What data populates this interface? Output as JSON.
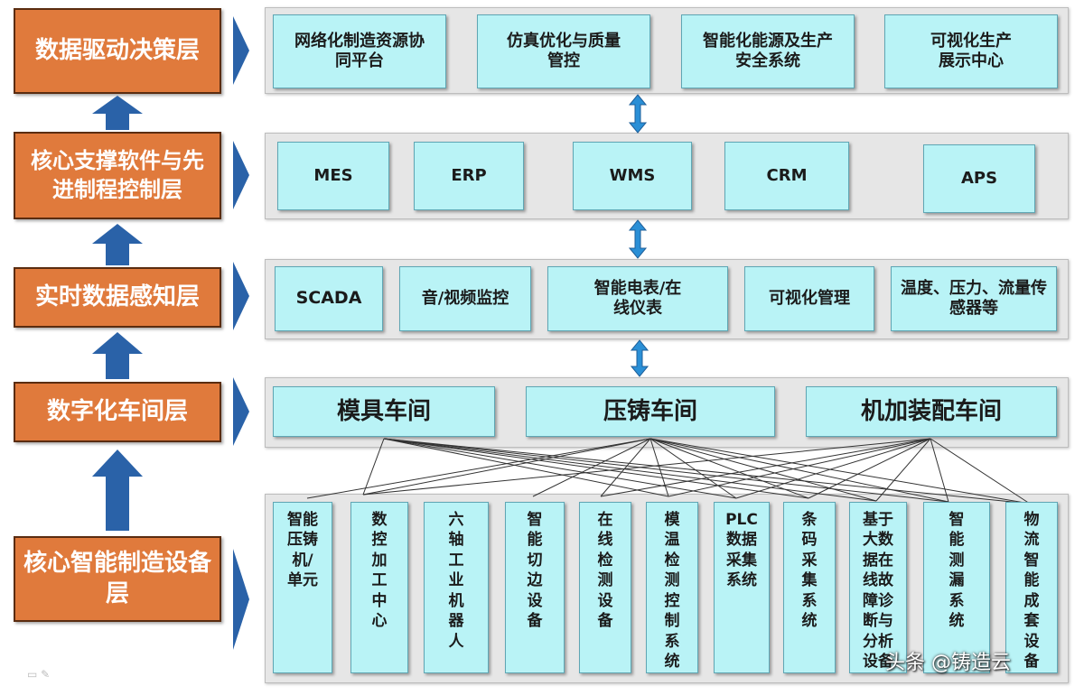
{
  "layers": [
    {
      "label": "数据驱动决策层"
    },
    {
      "label": "核心支撑软件与先进制程控制层"
    },
    {
      "label": "实时数据感知层"
    },
    {
      "label": "数字化车间层"
    },
    {
      "label": "核心智能制造设备层"
    }
  ],
  "decision": [
    "网络化制造资源协同平台",
    "仿真优化与质量管控",
    "智能化能源及生产安全系统",
    "可视化生产展示中心"
  ],
  "software": [
    "MES",
    "ERP",
    "WMS",
    "CRM",
    "APS"
  ],
  "sensing": [
    "SCADA",
    "音/视频监控",
    "智能电表/在线仪表",
    "可视化管理",
    "温度、压力、流量传感器等"
  ],
  "workshops": [
    "模具车间",
    "压铸车间",
    "机加装配车间"
  ],
  "equipment": [
    "智能压铸机/单元",
    "数控加工中心",
    "六轴工业机器人",
    "智能切边设备",
    "在线检测设备",
    "模温检测控制系统",
    "PLC数据采集系统",
    "条码采集系统",
    "基于大数据在线故障诊断与分析设备",
    "智能测漏系统",
    "物流智能成套设备"
  ],
  "colors": {
    "label_fill": "#e07a3c",
    "box_fill": "#b9f3f6",
    "arrow": "#2a62a8"
  },
  "watermark": "头条 @铸造云"
}
